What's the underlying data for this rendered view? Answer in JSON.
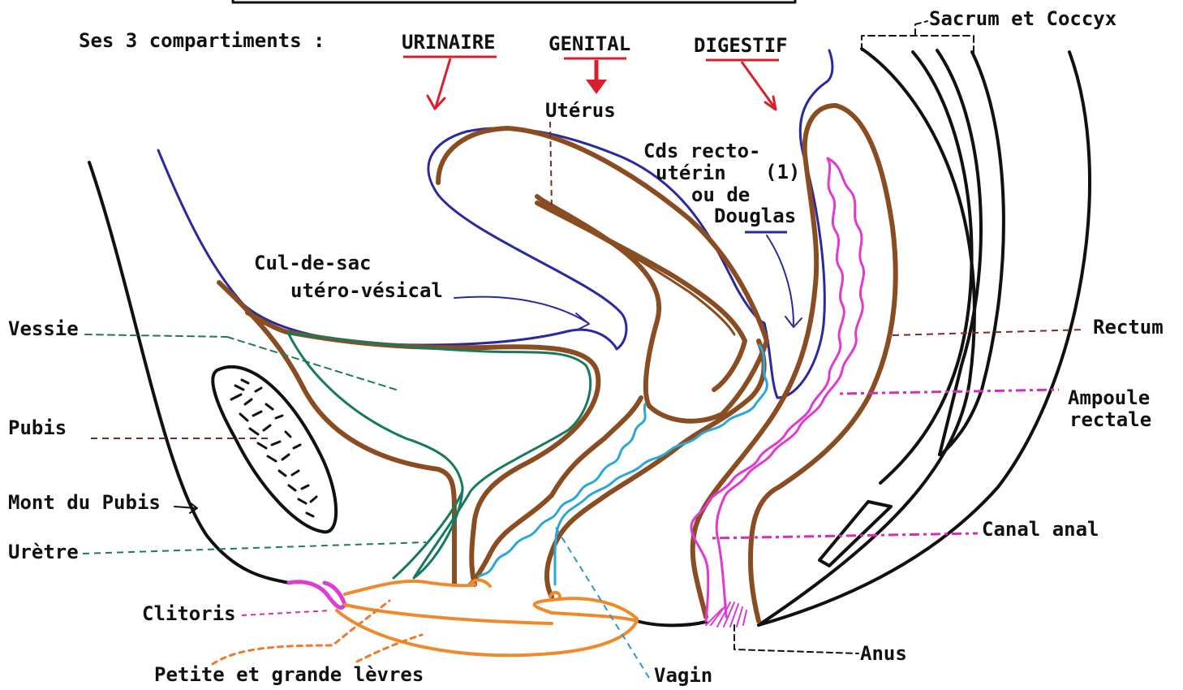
{
  "header": {
    "intro": "Ses 3 compartiments :",
    "compartments": [
      {
        "label": "URINAIRE",
        "color": "#d8202c"
      },
      {
        "label": "GENITAL",
        "color": "#d8202c"
      },
      {
        "label": "DIGESTIF",
        "color": "#d8202c"
      }
    ]
  },
  "labels": {
    "sacrum": "Sacrum et Coccyx",
    "uterus": "Utérus",
    "douglas_1": "Cds recto-",
    "douglas_2": "utérin",
    "douglas_3": "ou de",
    "douglas_4": "Douglas",
    "douglas_note": "(1)",
    "culdesac_1": "Cul-de-sac",
    "culdesac_2": "utéro-vésical",
    "vessie": "Vessie",
    "pubis": "Pubis",
    "mont_pubis": "Mont du Pubis",
    "uretre": "Urètre",
    "clitoris": "Clitoris",
    "levres": "Petite et grande lèvres",
    "vagin": "Vagin",
    "anus": "Anus",
    "rectum": "Rectum",
    "ampoule_1": "Ampoule",
    "ampoule_2": "rectale",
    "canal_anal": "Canal anal"
  },
  "colors": {
    "peritoneum": "#2a2aa0",
    "organ_wall": "#8a4d22",
    "bladder": "#167a5e",
    "vagina_mucosa": "#2aa7d8",
    "rectal_mucosa": "#e03ad0",
    "vulva": "#ef8a2c",
    "bone": "#111111",
    "compartment_arrow": "#d8202c",
    "leader_brown": "#7a2b2b",
    "leader_green": "#1f7a5a",
    "leader_magenta": "#d42fb4",
    "leader_orange": "#ef7a2c",
    "leader_blue": "#2a9ad0"
  }
}
